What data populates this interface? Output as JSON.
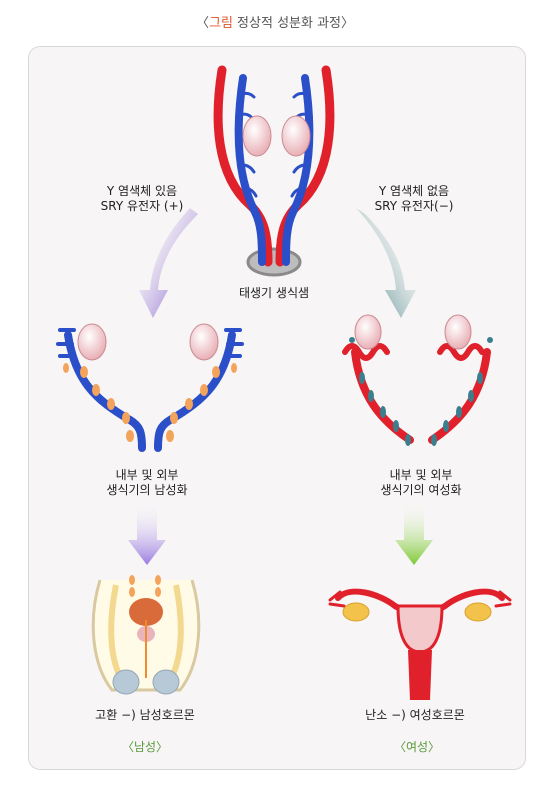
{
  "title": {
    "prefix": "〈",
    "highlight": "그림",
    "rest": " 정상적 성분화 과정〉"
  },
  "left_condition": {
    "line1": "Y 염색체 있음",
    "line2": "SRY 유전자 (+)"
  },
  "right_condition": {
    "line1": "Y 염색체 없음",
    "line2": "SRY 유전자(−)"
  },
  "center_label": "태생기 생식샘",
  "left_process": {
    "line1": "내부 및 외부",
    "line2": "생식기의 남성화"
  },
  "right_process": {
    "line1": "내부 및 외부",
    "line2": "생식기의 여성화"
  },
  "left_hormone": "고환 −) 남성호르몬",
  "right_hormone": "난소 −) 여성호르몬",
  "left_sex": "〈남성〉",
  "right_sex": "〈여성〉",
  "colors": {
    "red": "#e0202a",
    "blue": "#2a4fc9",
    "orange": "#f3a35a",
    "teal": "#3b7f8f",
    "purple": "#7a55c8",
    "green": "#8ccf3c",
    "pink": "#f1b9bf"
  }
}
